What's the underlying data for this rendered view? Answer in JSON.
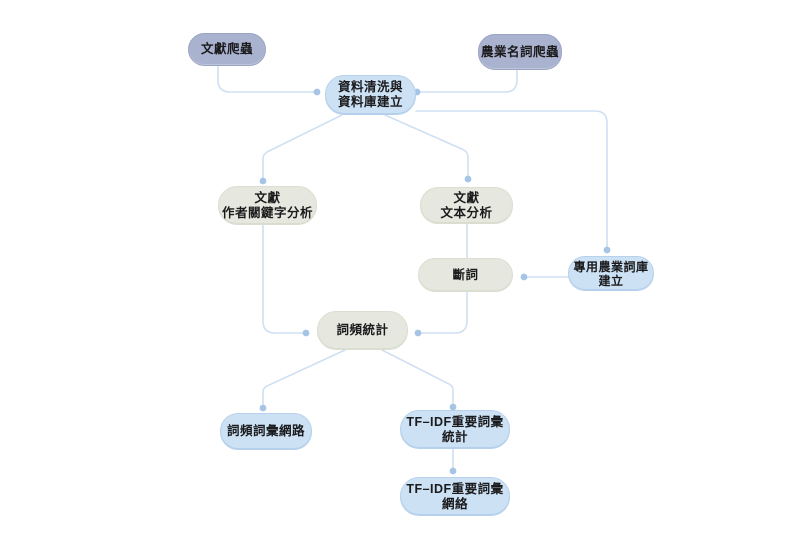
{
  "diagram": {
    "background": "#ffffff",
    "palette": {
      "crawler_node_fill": "#a9b2ce",
      "database_node_fill": "#cce1f4",
      "process_node_fill": "#e6e8df",
      "connector_line": "#cfe0f2",
      "connector_dot": "#a6c4e6",
      "text": "#1b1b1d"
    },
    "nodes": [
      {
        "id": "doc-crawler",
        "label": "文獻爬蟲",
        "type": "crawler"
      },
      {
        "id": "agri-term-crawler",
        "label": "農業名詞爬蟲",
        "type": "crawler"
      },
      {
        "id": "data-cleaning-db",
        "label": "資料清洗與\n資料庫建立",
        "type": "database"
      },
      {
        "id": "author-keyword-analysis",
        "label": "文獻\n作者關鍵字分析",
        "type": "process"
      },
      {
        "id": "doc-text-analysis",
        "label": "文獻\n文本分析",
        "type": "process"
      },
      {
        "id": "word-segmentation",
        "label": "斷詞",
        "type": "process"
      },
      {
        "id": "agri-lexicon",
        "label": "專用農業詞庫\n建立",
        "type": "database"
      },
      {
        "id": "word-freq-stats",
        "label": "詞頻統計",
        "type": "process"
      },
      {
        "id": "word-freq-network",
        "label": "詞頻詞彙網路",
        "type": "database"
      },
      {
        "id": "tfidf-stats",
        "label": "TF–IDF重要詞彙\n統計",
        "type": "database"
      },
      {
        "id": "tfidf-network",
        "label": "TF–IDF重要詞彙\n網絡",
        "type": "database"
      }
    ],
    "edges": [
      {
        "from": "doc-crawler",
        "to": "data-cleaning-db"
      },
      {
        "from": "agri-term-crawler",
        "to": "data-cleaning-db"
      },
      {
        "from": "data-cleaning-db",
        "to": "author-keyword-analysis"
      },
      {
        "from": "data-cleaning-db",
        "to": "doc-text-analysis"
      },
      {
        "from": "data-cleaning-db",
        "to": "agri-lexicon"
      },
      {
        "from": "author-keyword-analysis",
        "to": "word-freq-stats"
      },
      {
        "from": "doc-text-analysis",
        "to": "word-segmentation"
      },
      {
        "from": "agri-lexicon",
        "to": "word-segmentation"
      },
      {
        "from": "word-segmentation",
        "to": "word-freq-stats"
      },
      {
        "from": "word-freq-stats",
        "to": "word-freq-network"
      },
      {
        "from": "word-freq-stats",
        "to": "tfidf-stats"
      },
      {
        "from": "tfidf-stats",
        "to": "tfidf-network"
      }
    ]
  }
}
